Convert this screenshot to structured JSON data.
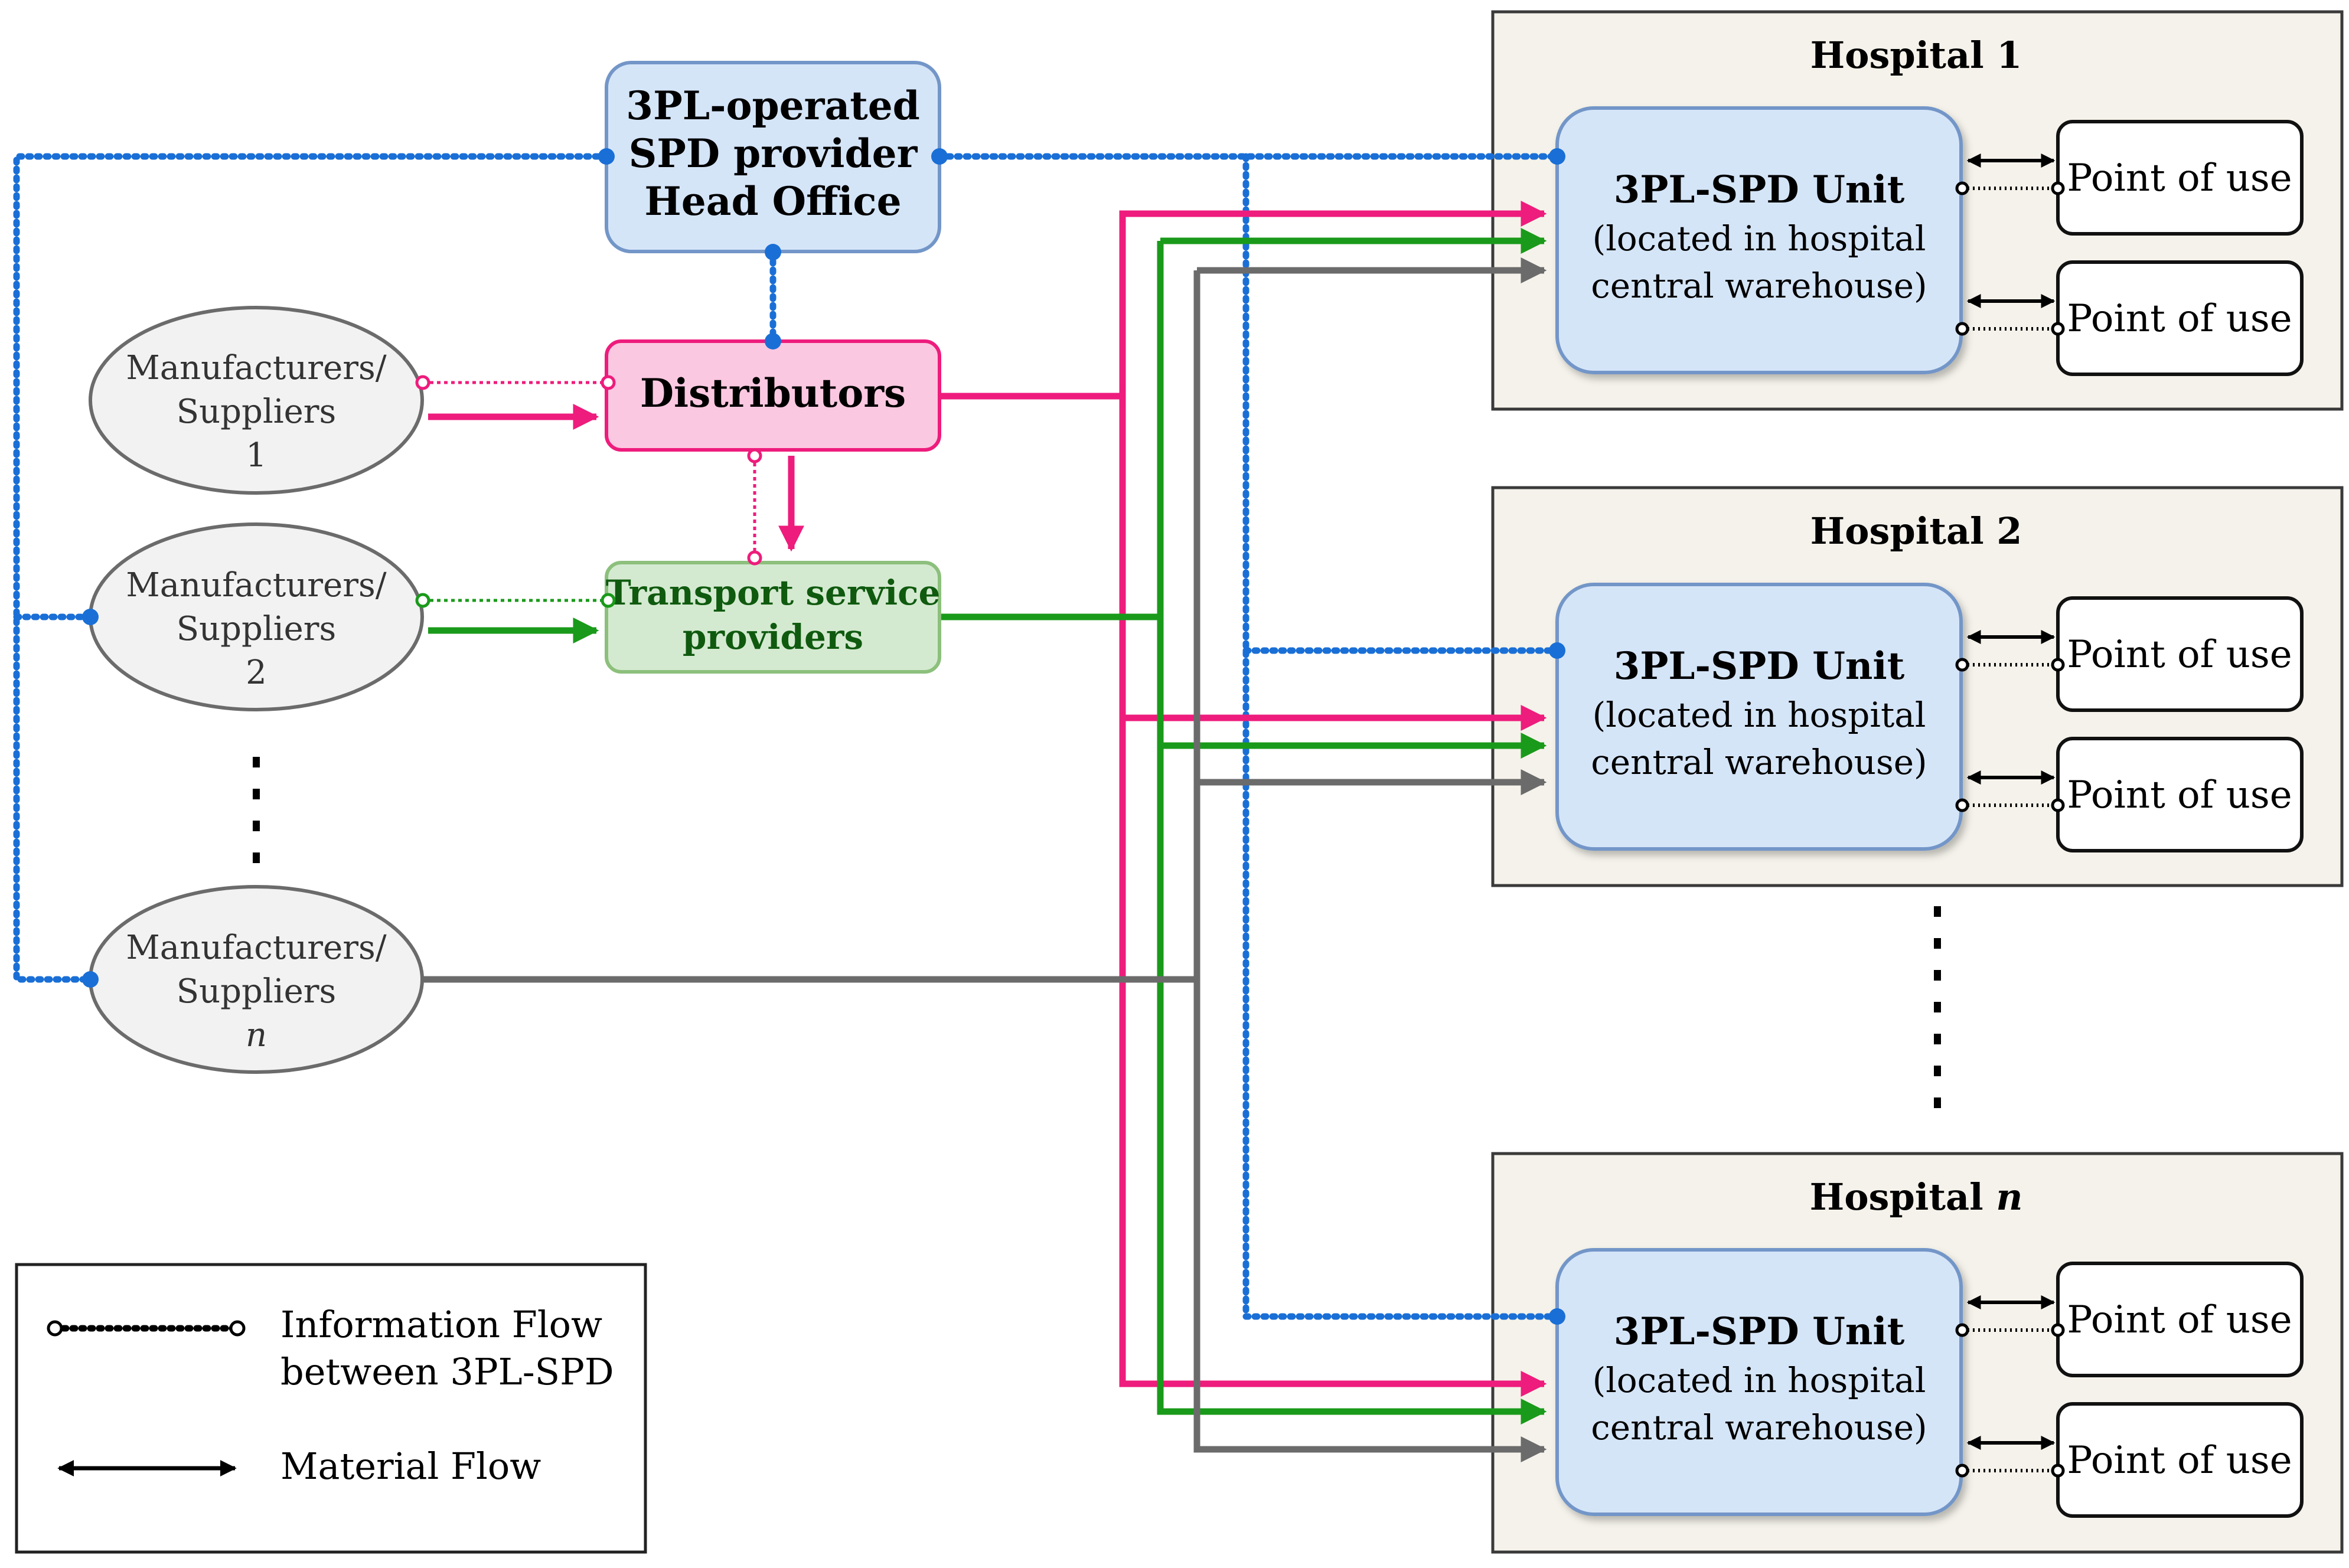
{
  "head_office": {
    "line1": "3PL-operated",
    "line2": "SPD provider",
    "line3": "Head Office"
  },
  "distributors": {
    "label": "Distributors"
  },
  "transport": {
    "line1": "Transport service",
    "line2": "providers"
  },
  "suppliers": [
    {
      "line1": "Manufacturers/",
      "line2": "Suppliers",
      "line3": "1"
    },
    {
      "line1": "Manufacturers/",
      "line2": "Suppliers",
      "line3": "2"
    },
    {
      "line1": "Manufacturers/",
      "line2": "Suppliers",
      "line3": "n"
    }
  ],
  "hospitals": [
    {
      "title": "Hospital 1"
    },
    {
      "title": "Hospital 2"
    },
    {
      "title_prefix": "Hospital ",
      "title_italic": "n"
    }
  ],
  "spd_unit": {
    "line1": "3PL-SPD Unit",
    "line2": "(located in hospital",
    "line3": "central warehouse)"
  },
  "point_of_use": {
    "label": "Point of use"
  },
  "legend": {
    "info_line1": "Information Flow",
    "info_line2": "between 3PL-SPD",
    "material": "Material Flow"
  },
  "colors": {
    "info_blue": "#1a6fd6",
    "distributor_pink": "#ee1c7c",
    "transport_green": "#1a9a1a",
    "supplier_gray": "#6b6b6b",
    "head_office_fill": "#d5e5f8",
    "head_office_stroke": "#7396c8",
    "distributor_fill": "#fbc8e1",
    "transport_fill": "#d4ead0",
    "transport_stroke": "#8cc07c",
    "transport_text": "#0f5a0f",
    "hospital_fill": "#f4f2ea",
    "unit_fill": "#d5e5f8",
    "supplier_fill": "#f2f2f2"
  },
  "ellipsis": "⋮"
}
